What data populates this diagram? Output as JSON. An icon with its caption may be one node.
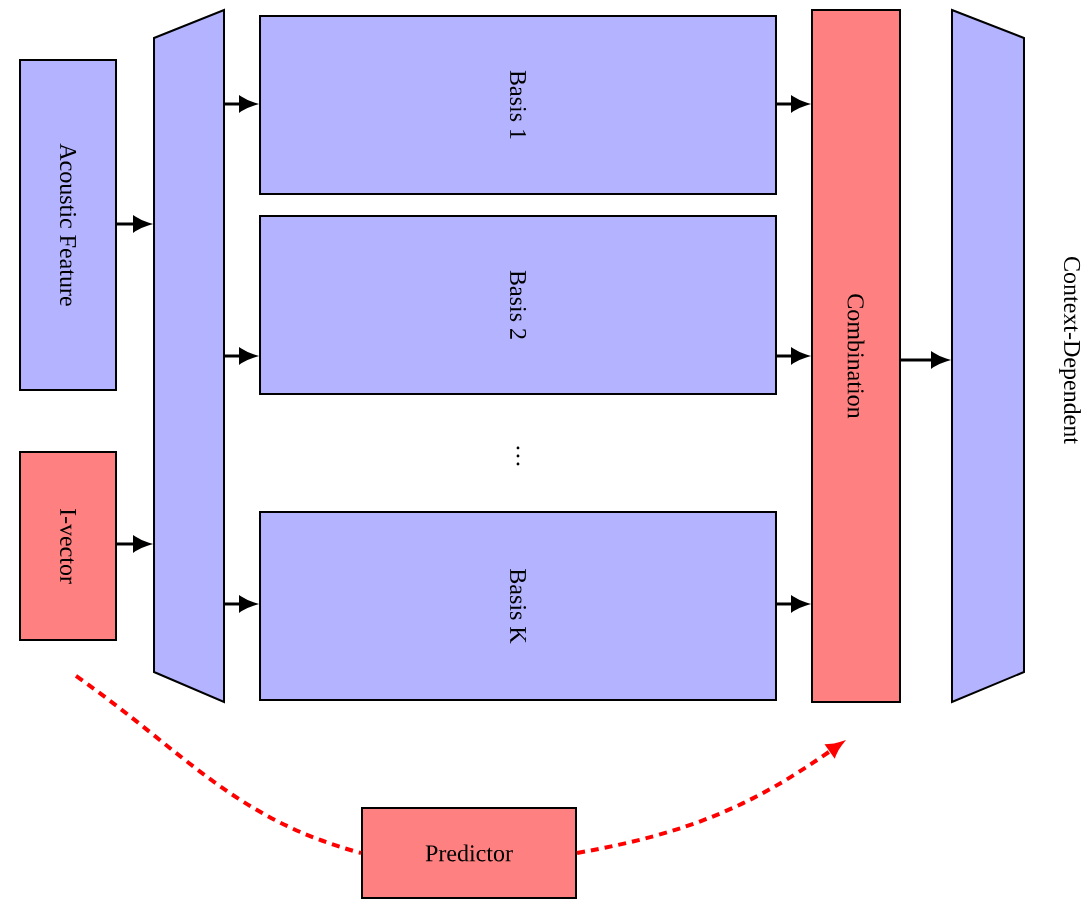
{
  "diagram": {
    "nodes": [
      {
        "text": [
          "Acoustic Feature"
        ]
      },
      {
        "text": [
          "I-vector"
        ]
      },
      {
        "text": [],
        "shape": "trapezoid"
      },
      {
        "text": [
          "Basis 1"
        ]
      },
      {
        "text": [
          "Basis 2"
        ]
      },
      {
        "text": [
          "Basis K"
        ]
      },
      {
        "text": [
          "Combination"
        ]
      },
      {
        "text": [],
        "shape": "trapezoid",
        "beside": [
          "Context-Dependent"
        ]
      },
      {
        "text": [
          "Predictor"
        ]
      }
    ],
    "edges": [
      {
        "from": 0,
        "to": 2,
        "arrow": "to"
      },
      {
        "from": 1,
        "to": 2,
        "arrow": "to"
      },
      {
        "from": 2,
        "to": 3,
        "arrow": "to"
      },
      {
        "from": 2,
        "to": 4,
        "arrow": "to"
      },
      {
        "from": 2,
        "to": 5,
        "arrow": "to"
      },
      {
        "from": 3,
        "to": 6,
        "arrow": "to"
      },
      {
        "from": 4,
        "to": 6,
        "arrow": "to"
      },
      {
        "from": 5,
        "to": 6,
        "arrow": "to"
      },
      {
        "from": 6,
        "to": 7,
        "arrow": "to"
      },
      {
        "from": null,
        "to": 8,
        "arrow": "none",
        "style": "dashed",
        "color": "#ff0000"
      },
      {
        "from": 8,
        "to": null,
        "arrow": "to",
        "style": "dashed",
        "color": "#ff0000"
      }
    ],
    "labels": [
      "…"
    ]
  }
}
